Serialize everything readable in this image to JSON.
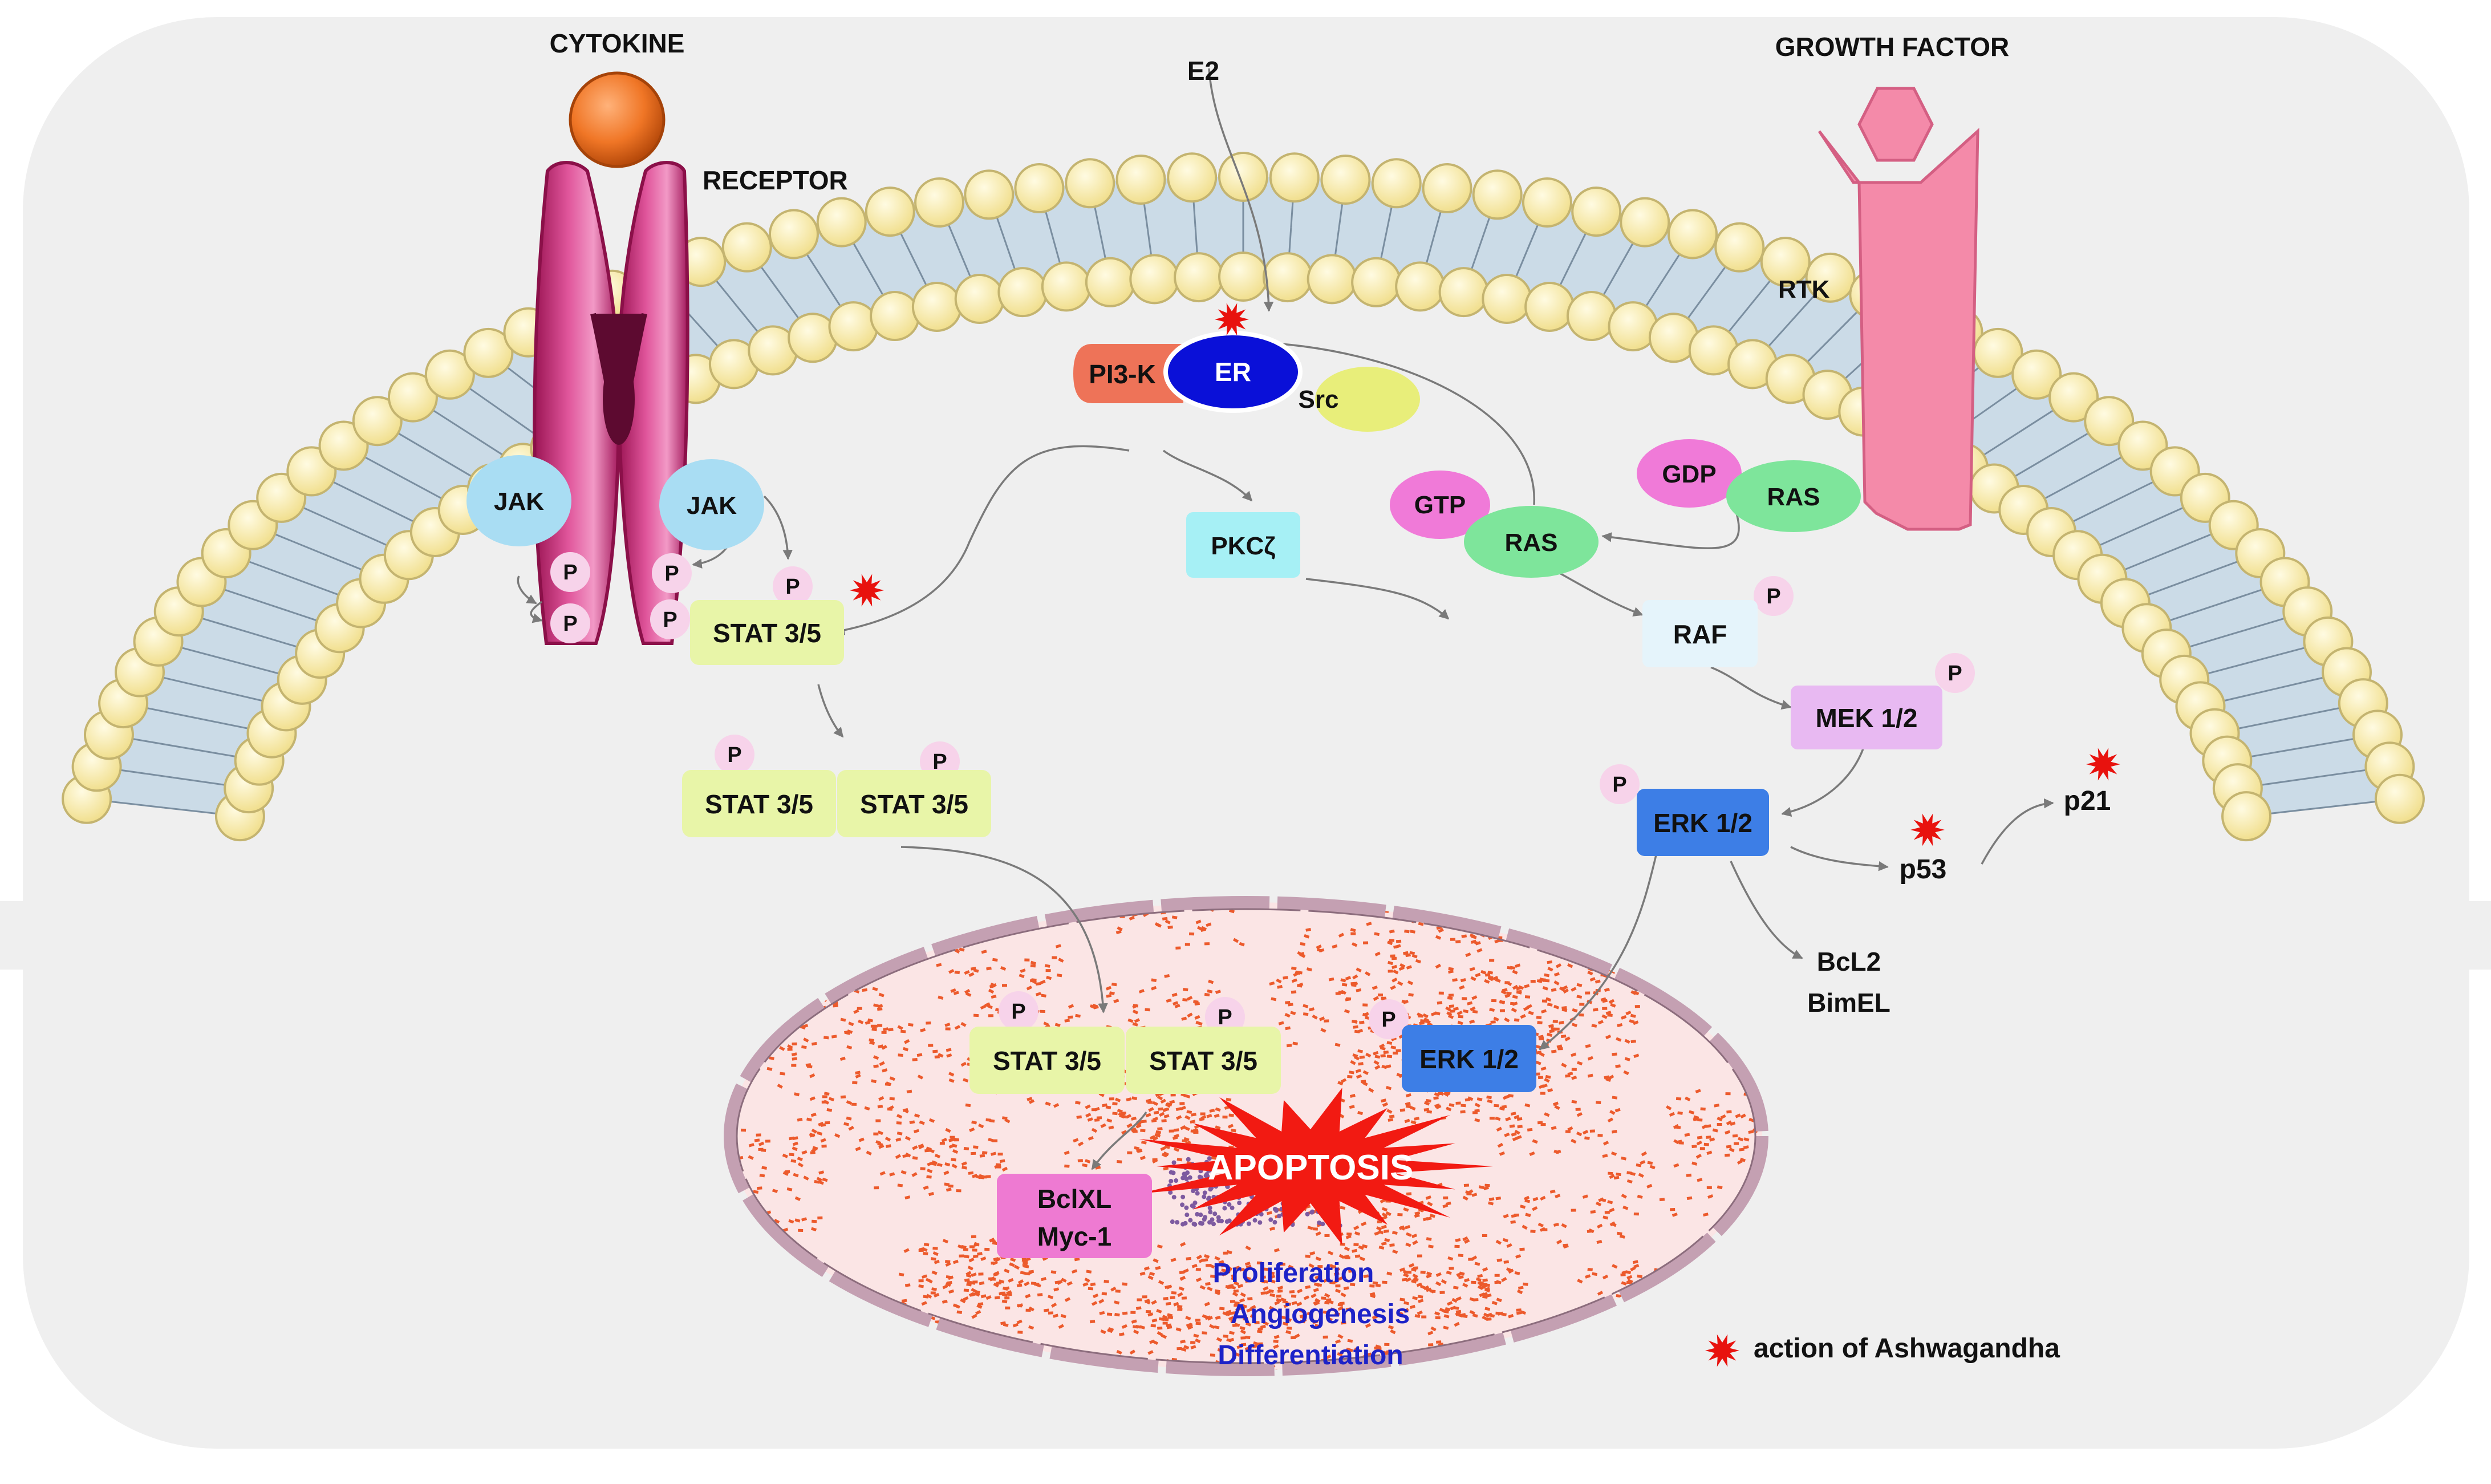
{
  "labels": {
    "cytokine": "CYTOKINE",
    "receptor": "RECEPTOR",
    "e2": "E2",
    "growth_factor": "GROWTH FACTOR",
    "rtk": "RTK",
    "jak_left": "JAK",
    "jak_right": "JAK",
    "p": "P",
    "stat_membrane": "STAT 3/5",
    "stat_dimer_1": "STAT 3/5",
    "stat_dimer_2": "STAT 3/5",
    "stat_nuclear_1": "STAT 3/5",
    "stat_nuclear_2": "STAT 3/5",
    "pi3k": "PI3-K",
    "er": "ER",
    "src": "Src",
    "pkcz": "PKCζ",
    "gtp": "GTP",
    "ras_active": "RAS",
    "gdp": "GDP",
    "ras_inactive": "RAS",
    "raf": "RAF",
    "mek": "MEK 1/2",
    "erk": "ERK 1/2",
    "erk_nuclear": "ERK 1/2",
    "p53": "p53",
    "p21": "p21",
    "bcl2": "BcL2",
    "bimel": "BimEL",
    "bclxl": "BclXL",
    "myc": "Myc-1",
    "apoptosis": "APOPTOSIS",
    "proliferation": "Proliferation",
    "angiogenesis": "Angiogenesis",
    "differentiation": "Differentiation",
    "legend": "action of Ashwagandha"
  },
  "colors": {
    "cell_bg": "#efefef",
    "lipid_head": "#f7e9a3",
    "lipid_head_stroke": "#c4b470",
    "membrane_core": "#cbdbe7",
    "jak": "#a9ddf3",
    "phospho": "#f7d3ea",
    "stat": "#e8f5a8",
    "pi3k": "#ee7358",
    "er": "#0a10d8",
    "src": "#e8ee7a",
    "pkcz": "#a6f0f5",
    "gtp_gdp": "#f07ad8",
    "ras": "#7ee59b",
    "raf": "#e5f4fb",
    "mek": "#e8b9f2",
    "erk": "#3d7ee6",
    "bclxl": "#ee7ad2",
    "apoptosis": "#f21a12",
    "ashwagandha_star": "#e8120e",
    "nucleus_fill": "#fbe5e5",
    "nucleus_dots": "#ec5a2c",
    "nucleus_envelope": "#c4a0b2",
    "blue_text": "#1d22c8",
    "cytokine": "#f07626",
    "growth_factor": "#f48aa9",
    "receptor": "#d8327f"
  },
  "icons": {
    "ashwagandha_marker": "red-starburst-icon",
    "cytokine_ligand": "orange-sphere-icon",
    "growth_factor_ligand": "hexagon-icon"
  }
}
